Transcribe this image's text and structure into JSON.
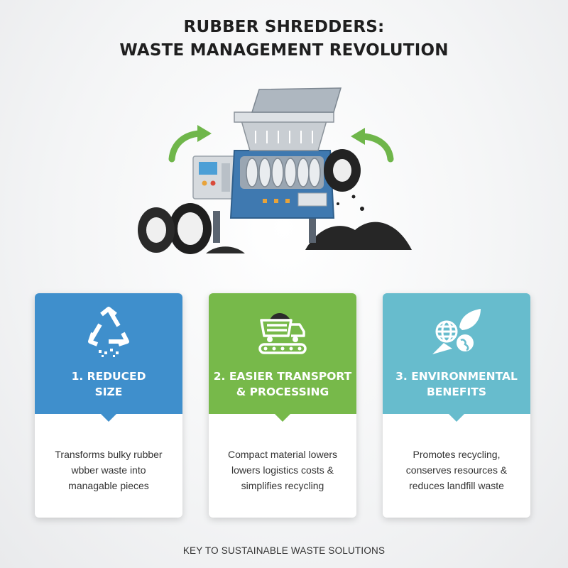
{
  "title": {
    "line1": "RUBBER SHREDDERS:",
    "line2": "WASTE MANAGEMENT REVOLUTION"
  },
  "hero": {
    "image": "rubber-shredder-machine-illustration",
    "icons": [
      "shredder-machine-icon",
      "tire-icon",
      "green-arrow-icon",
      "rubber-granules-icon"
    ]
  },
  "cards": [
    {
      "heading_line1": "1. REDUCED",
      "heading_line2": "SIZE",
      "body_line1": "Transforms bulky rubber",
      "body_line2": "wbber waste into",
      "body_line3": "managable pieces",
      "icon": "recycle-icon",
      "color": "#3f8fcc"
    },
    {
      "heading_line1": "2. EASIER TRANSPORT",
      "heading_line2": "& PROCESSING",
      "body_line1": "Compact material lowers",
      "body_line2": "lowers logistics costs &",
      "body_line3": "simplifies recycling",
      "icon": "dump-truck-icon",
      "color": "#77b94a"
    },
    {
      "heading_line1": "3. ENVIRONMENTAL",
      "heading_line2": "BENEFITS",
      "body_line1": "Promotes recycling,",
      "body_line2": "conserves resources &",
      "body_line3": "reduces landfill waste",
      "icon": "globe-leaf-icon",
      "color": "#67bccd"
    }
  ],
  "footer": "KEY TO SUSTAINABLE WASTE SOLUTIONS"
}
